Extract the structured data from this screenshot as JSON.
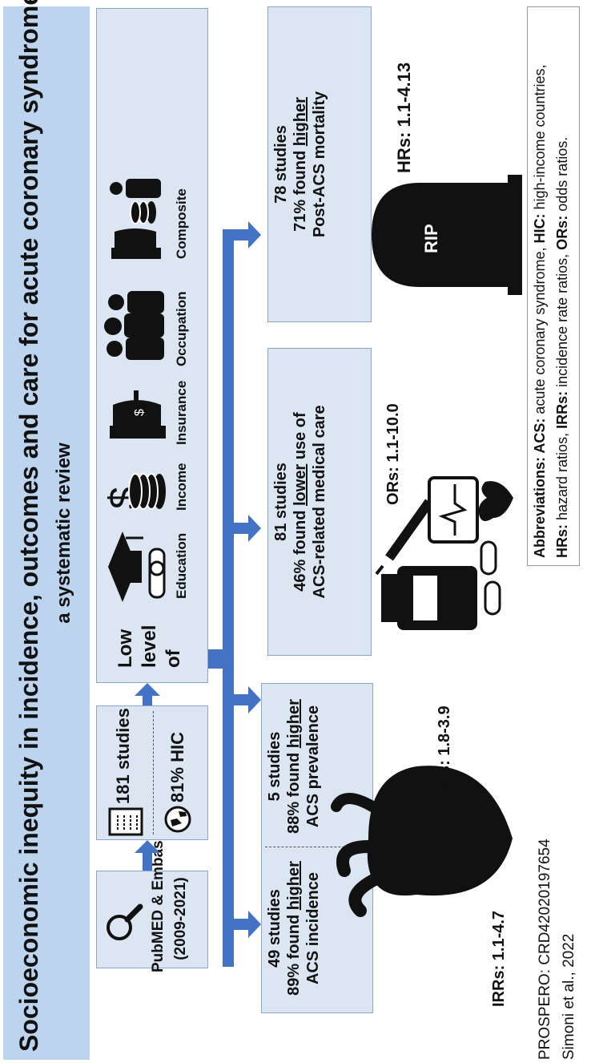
{
  "title": {
    "main": "Socioeconomic inequity in incidence, outcomes and care for acute coronary syndrome:",
    "sub": "a systematic review"
  },
  "search": {
    "databases": "PubMED & Embase",
    "years": "(2009-2021)"
  },
  "studies": {
    "total": "181 studies",
    "hic": "81% HIC"
  },
  "ses": {
    "label_line1": "Low",
    "label_line2": "level",
    "label_line3": "of",
    "items": [
      {
        "label": "Education",
        "icon": "graduation-cap-diploma-icon"
      },
      {
        "label": "Income",
        "icon": "dollar-coins-icon"
      },
      {
        "label": "Insurance",
        "icon": "insurance-umbrella-icon"
      },
      {
        "label": "Occupation",
        "icon": "workers-icon"
      },
      {
        "label": "Composite",
        "icon": "composite-icon"
      }
    ]
  },
  "outcomes": {
    "incidence": {
      "count": "49 studies",
      "pct": "89% found ",
      "emph": "higher",
      "measure": "ACS incidence",
      "ratio": "IRRs: 1.1-4.7"
    },
    "prevalence": {
      "count": "5 studies",
      "pct": "88% found ",
      "emph": "higher",
      "measure": "ACS prevalence",
      "ratio": "ORs: 1.8-3.9"
    },
    "care": {
      "count": "81 studies",
      "pct": "46% found ",
      "emph": "lower",
      "rest": " use of",
      "measure": "ACS-related medical care",
      "ratio": "ORs: 1.1-10.0"
    },
    "mortality": {
      "count": "78 studies",
      "pct": "71% found ",
      "emph": "higher",
      "measure": "Post-ACS mortality",
      "ratio": "HRs: 1.1-4.13",
      "tomb_text": "RIP"
    }
  },
  "footer": {
    "prospero": "PROSPERO: CRD42020197654",
    "citation": "Simoni et al., 2022"
  },
  "abbreviations": {
    "heading": "Abbreviations: ",
    "line1": [
      {
        "k": "ACS:",
        "v": " acute coronary syndrome, "
      },
      {
        "k": "HIC:",
        "v": " high-income countries,"
      }
    ],
    "line2": [
      {
        "k": "HRs:",
        "v": " hazard ratios, "
      },
      {
        "k": "IRRs:",
        "v": " incidence rate ratios, "
      },
      {
        "k": "ORs:",
        "v": " odds ratios."
      }
    ]
  },
  "colors": {
    "arrow": "#4472c4",
    "panel": "#dce6f2",
    "title_band": "#bcd4ee",
    "panel_border": "#8aa6c8"
  }
}
